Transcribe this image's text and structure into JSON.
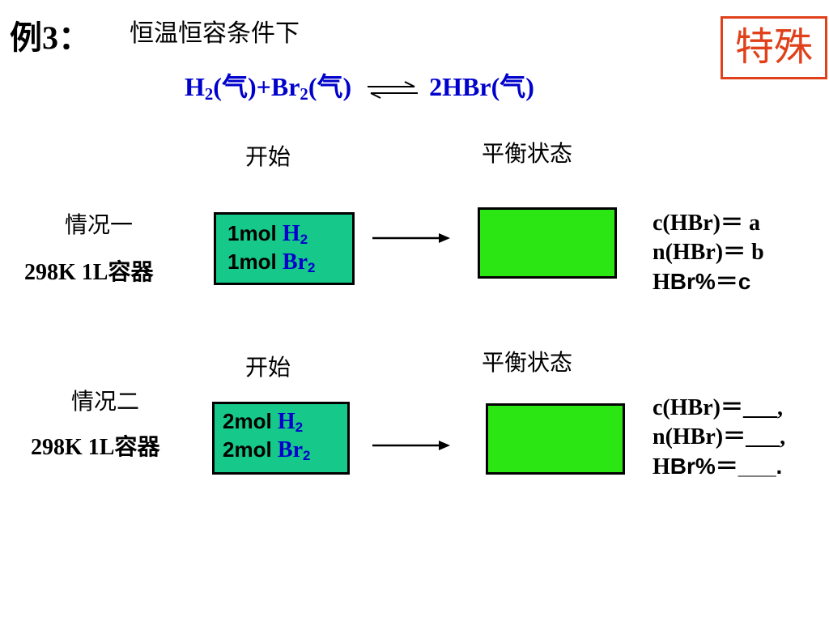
{
  "header": {
    "example_label": "例3：",
    "condition": "恒温恒容条件下",
    "badge": "特殊"
  },
  "equation": {
    "h": "H",
    "h_sub": "2",
    "gas1": "(气)+Br",
    "br_sub": "2",
    "gas2": "(气)",
    "product": "2HBr(气)"
  },
  "case1": {
    "start_label": "开始",
    "equilibrium_label": "平衡状态",
    "name": "情况一",
    "container": "298K 1L容器",
    "line1_amount": "1mol ",
    "line1_species": "H",
    "line1_sub": "2",
    "line2_amount": "1mol ",
    "line2_species": "Br",
    "line2_sub": "2",
    "results": [
      "c(HBr)＝ a",
      "n(HBr)＝ b"
    ],
    "result3_h": "H",
    "result3_rest": "Br%＝c"
  },
  "case2": {
    "start_label": "开始",
    "equilibrium_label": "平衡状态",
    "name": "情况二",
    "container": "298K 1L容器",
    "line1_amount": "2mol ",
    "line1_species": "H",
    "line1_sub": "2",
    "line2_amount": "2mol ",
    "line2_species": "Br",
    "line2_sub": "2",
    "results": [
      "c(HBr)＝___,",
      "n(HBr)＝___,"
    ],
    "result3_h": "H",
    "result3_rest": "Br%＝___."
  },
  "colors": {
    "formula_blue": "#0000cc",
    "badge_red": "#e0401a",
    "start_box": "#16c88a",
    "equilibrium_box": "#2ce614"
  }
}
